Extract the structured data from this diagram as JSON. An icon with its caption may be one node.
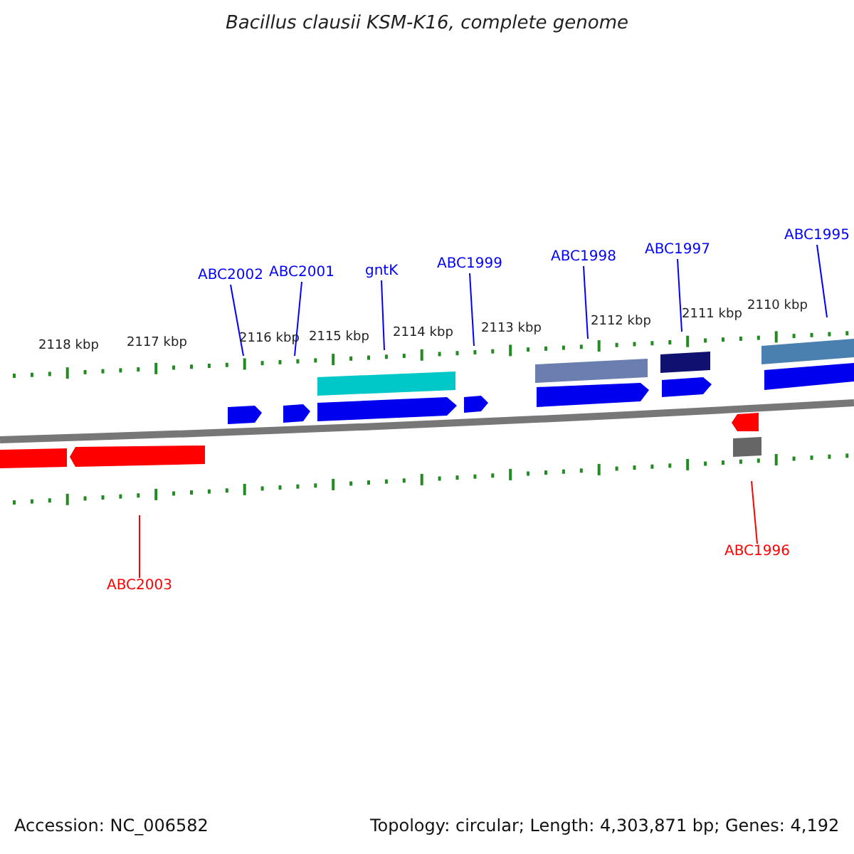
{
  "diagram": {
    "title": "Bacillus clausii KSM-K16, complete genome",
    "nodes": [
      {
        "text": [
          "ABC2002"
        ]
      },
      {
        "text": [
          "ABC2001"
        ]
      },
      {
        "text": [
          "gntK"
        ]
      },
      {
        "text": [
          "ABC1999"
        ]
      },
      {
        "text": [
          "ABC1998"
        ]
      },
      {
        "text": [
          "ABC1997"
        ]
      },
      {
        "text": [
          "ABC1995"
        ]
      },
      {
        "text": [
          "ABC2003"
        ]
      },
      {
        "text": [
          "ABC1996"
        ]
      },
      {
        "text": [],
        "shape": "picture"
      }
    ],
    "edges": [
      {
        "from": 0,
        "to": 9,
        "arrow": "none"
      },
      {
        "from": 1,
        "to": 9,
        "arrow": "none"
      },
      {
        "from": 2,
        "to": 9,
        "arrow": "none"
      },
      {
        "from": 3,
        "to": 9,
        "arrow": "none"
      },
      {
        "from": 4,
        "to": 9,
        "arrow": "none"
      },
      {
        "from": 5,
        "to": 9,
        "arrow": "none"
      },
      {
        "from": 6,
        "to": 9,
        "arrow": "none"
      },
      {
        "from": 7,
        "to": 9,
        "arrow": "none",
        "color": "#ff0000"
      },
      {
        "from": 8,
        "to": 9,
        "arrow": "none",
        "color": "#ff0000"
      }
    ],
    "labels": [
      "2118 kbp",
      "2117 kbp",
      "2116 kbp",
      "2115 kbp",
      "2114 kbp",
      "2113 kbp",
      "2112 kbp",
      "2111 kbp",
      "2110 kbp",
      "Accession: NC_006582",
      "Topology: circular; Length: 4,303,871 bp; Genes: 4,192"
    ]
  }
}
